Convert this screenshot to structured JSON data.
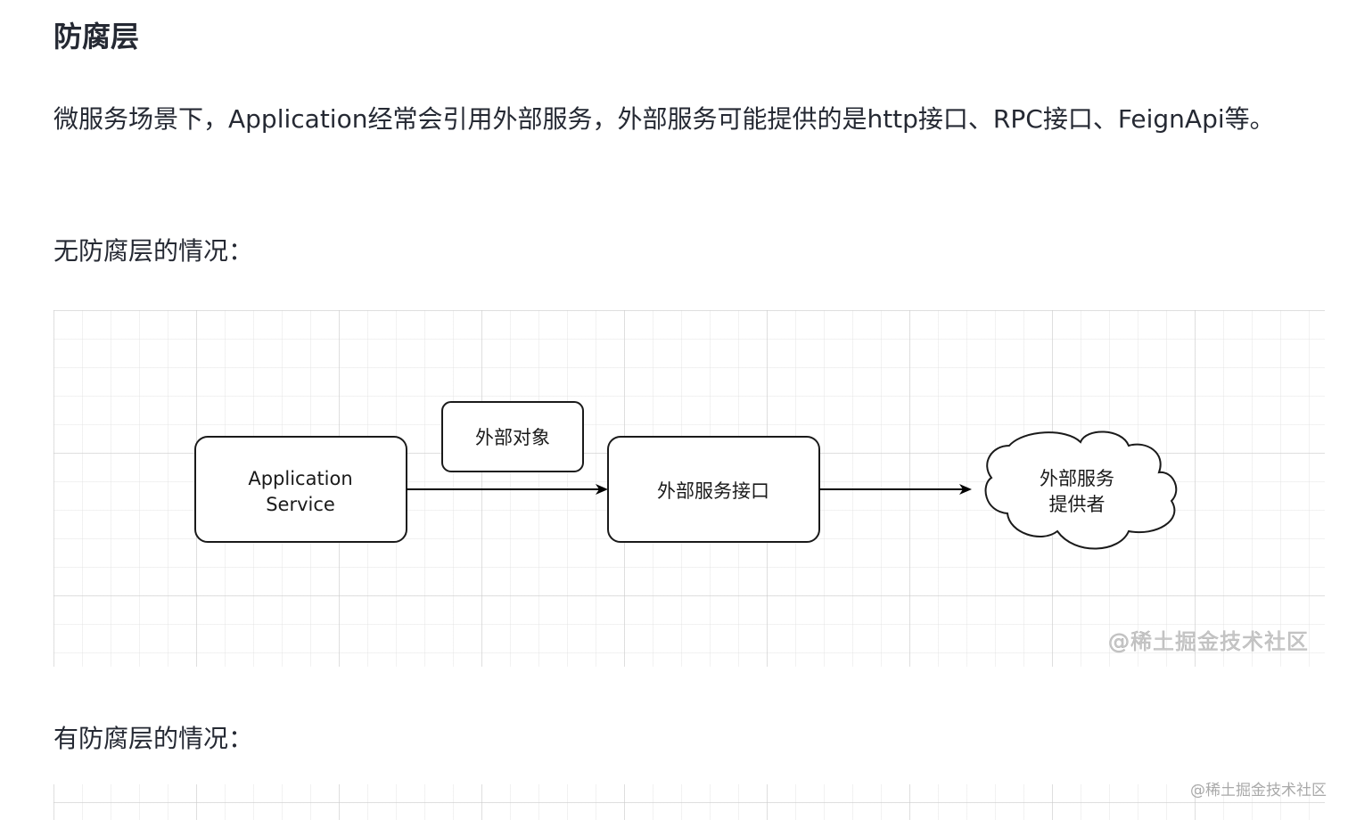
{
  "article": {
    "heading": "防腐层",
    "intro": "微服务场景下，Application经常会引用外部服务，外部服务可能提供的是http接口、RPC接口、FeignApi等。",
    "without_acl": "无防腐层的情况：",
    "with_acl": "有防腐层的情况："
  },
  "diagram": {
    "app_service_line1": "Application",
    "app_service_line2": "Service",
    "external_object": "外部对象",
    "external_api": "外部服务接口",
    "provider_line1": "外部服务",
    "provider_line2": "提供者",
    "watermark": "@稀土掘金技术社区"
  },
  "page_watermark": "@稀土掘金技术社区"
}
